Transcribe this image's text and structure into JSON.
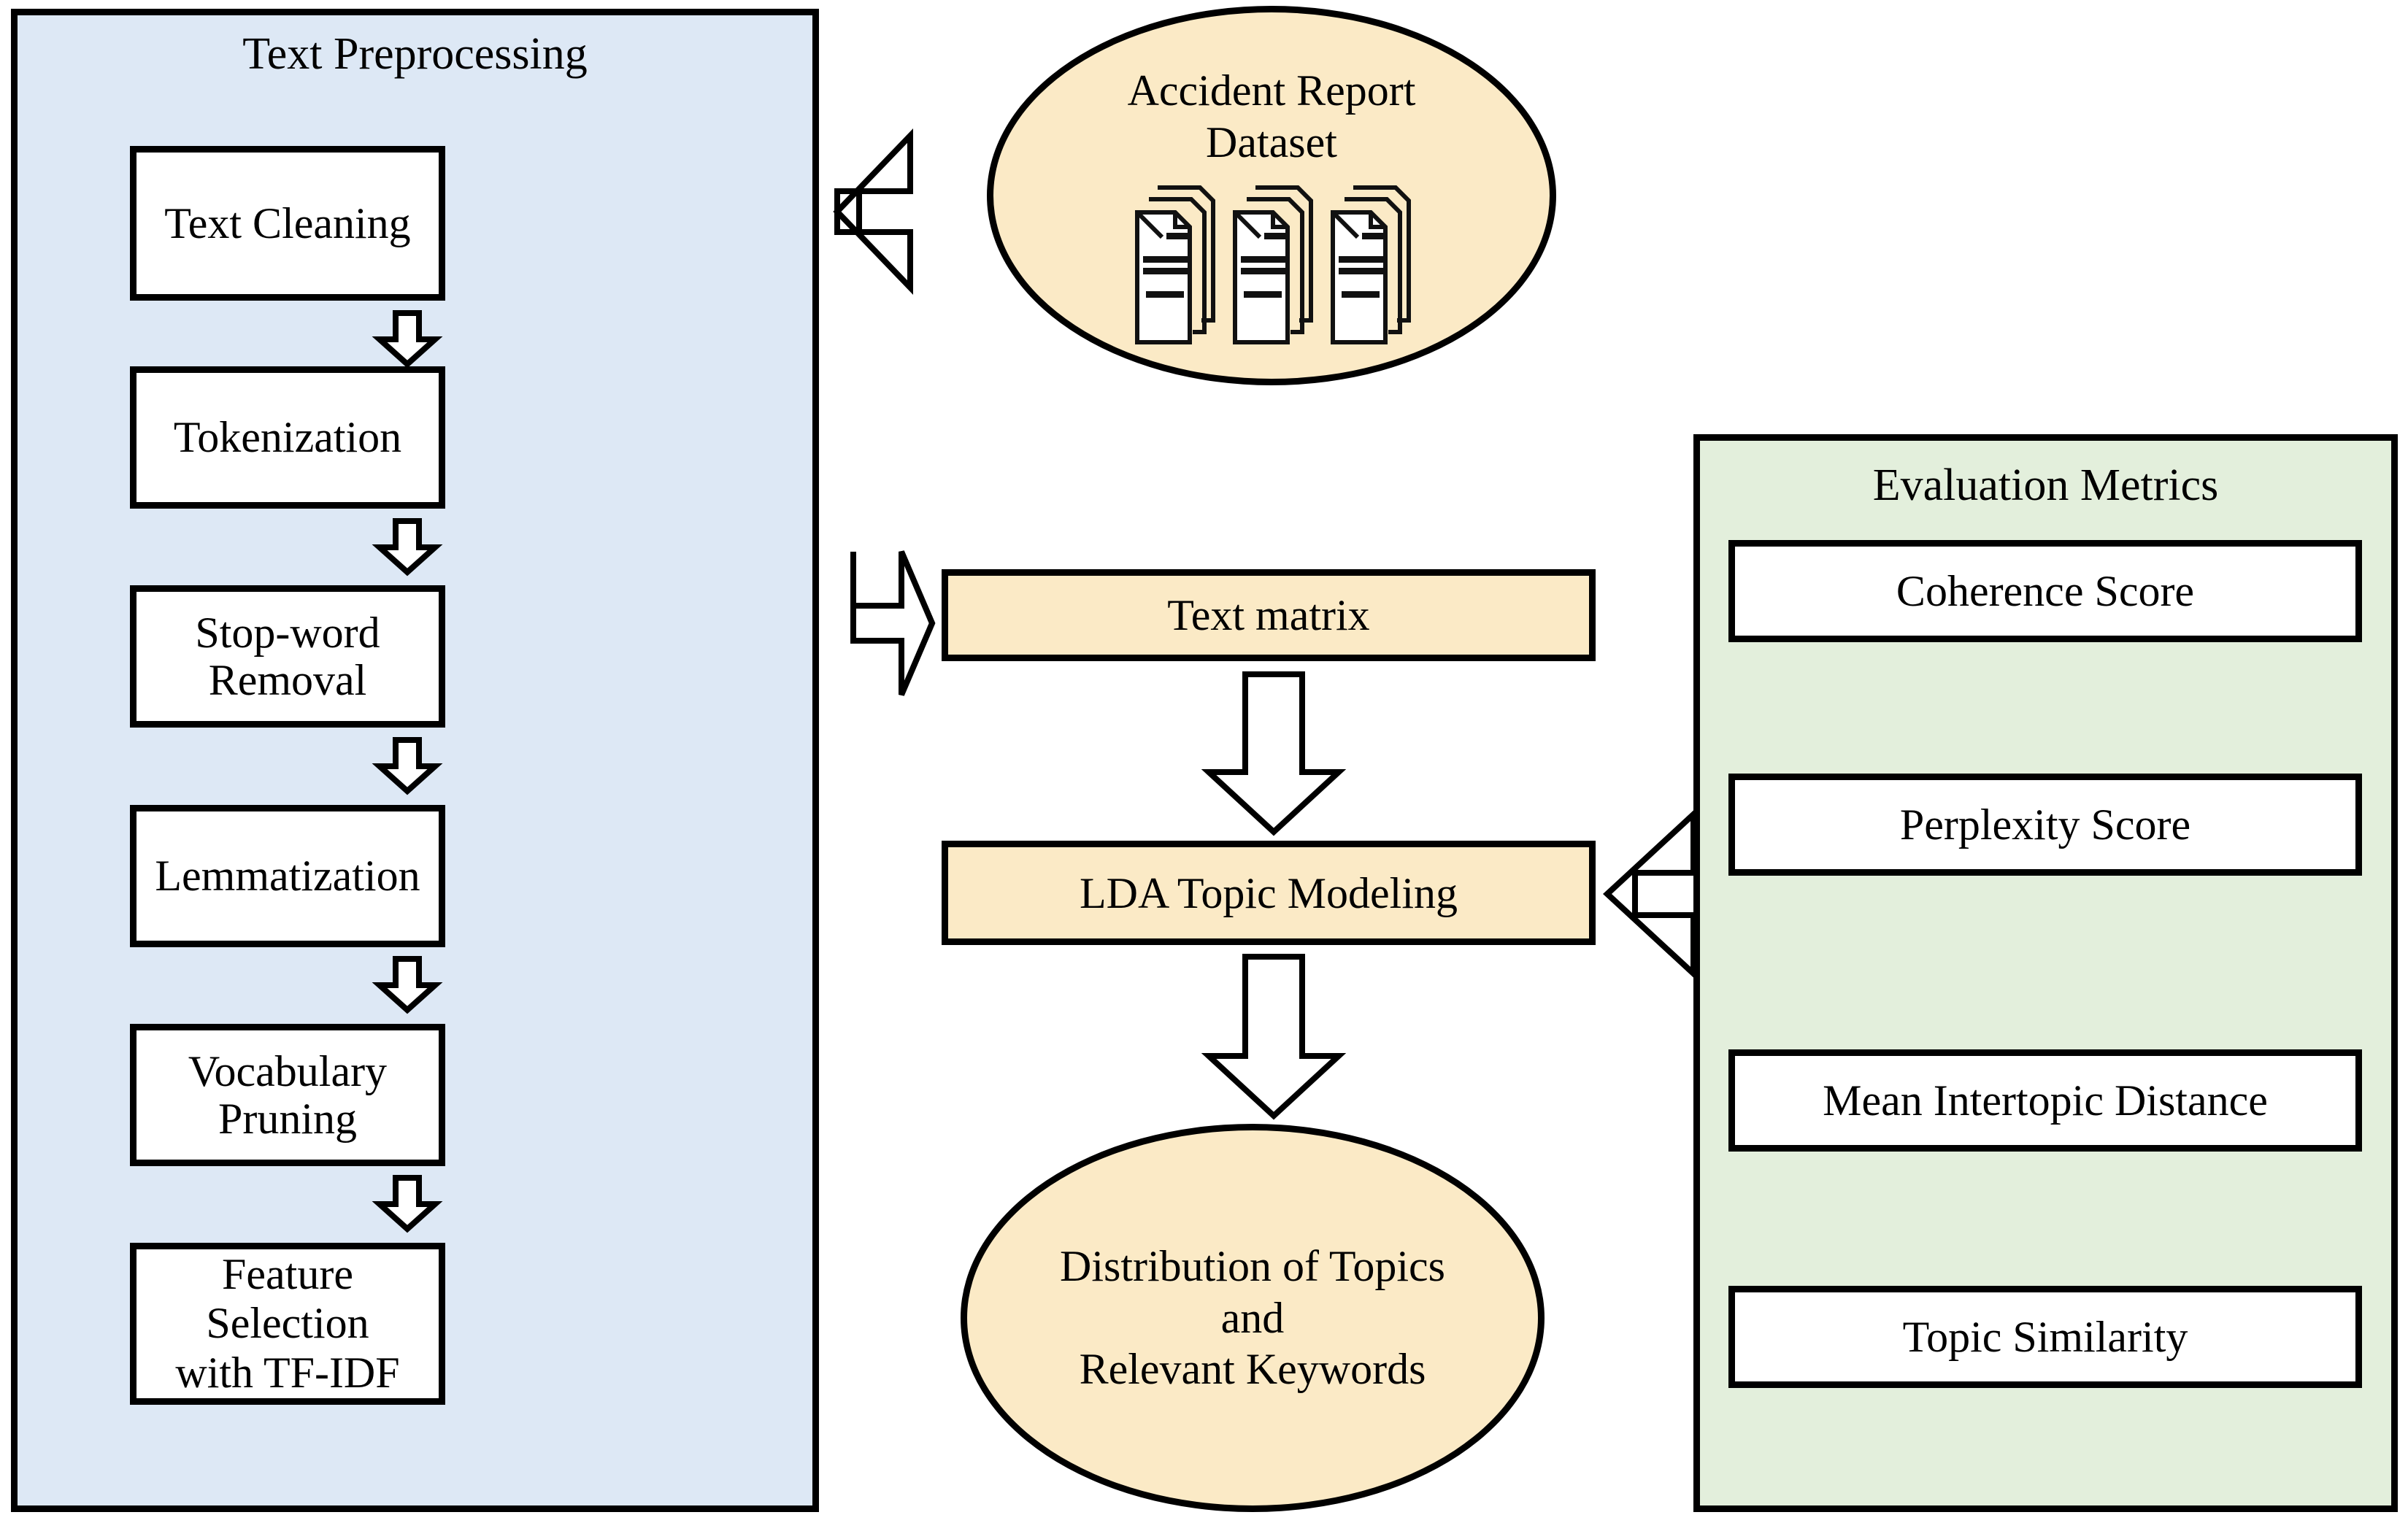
{
  "colors": {
    "preprocessing_panel_bg": "#dde8f5",
    "metrics_panel_bg": "#e3efdc",
    "accent_cream": "#fbeac6",
    "box_bg": "#ffffff",
    "stroke": "#000000"
  },
  "preprocessing": {
    "title": "Text Preprocessing",
    "steps": [
      {
        "label": "Text Cleaning"
      },
      {
        "label": "Tokenization"
      },
      {
        "label": "Stop-word Removal"
      },
      {
        "label": "Lemmatization"
      },
      {
        "label": "Vocabulary Pruning"
      },
      {
        "label": "Feature Selection\nwith TF-IDF"
      }
    ]
  },
  "dataset": {
    "label": "Accident  Report\nDataset",
    "icon": "documents-stack-icon",
    "document_count": 3
  },
  "pipeline": {
    "text_matrix": {
      "label": "Text matrix"
    },
    "lda": {
      "label": "LDA Topic Modeling"
    },
    "output": {
      "label": "Distribution of Topics\nand\nRelevant Keywords"
    }
  },
  "metrics": {
    "title": "Evaluation Metrics",
    "items": [
      {
        "label": "Coherence Score"
      },
      {
        "label": "Perplexity Score"
      },
      {
        "label": "Mean Intertopic Distance"
      },
      {
        "label": "Topic Similarity"
      }
    ]
  },
  "arrows": [
    {
      "name": "dataset-to-preprocessing",
      "direction": "left"
    },
    {
      "name": "preprocessing-to-text-matrix",
      "direction": "right"
    },
    {
      "name": "text-matrix-to-lda",
      "direction": "down"
    },
    {
      "name": "lda-to-output",
      "direction": "down"
    },
    {
      "name": "metrics-to-lda",
      "direction": "left"
    },
    {
      "name": "step-1-to-2",
      "direction": "down"
    },
    {
      "name": "step-2-to-3",
      "direction": "down"
    },
    {
      "name": "step-3-to-4",
      "direction": "down"
    },
    {
      "name": "step-4-to-5",
      "direction": "down"
    },
    {
      "name": "step-5-to-6",
      "direction": "down"
    }
  ]
}
